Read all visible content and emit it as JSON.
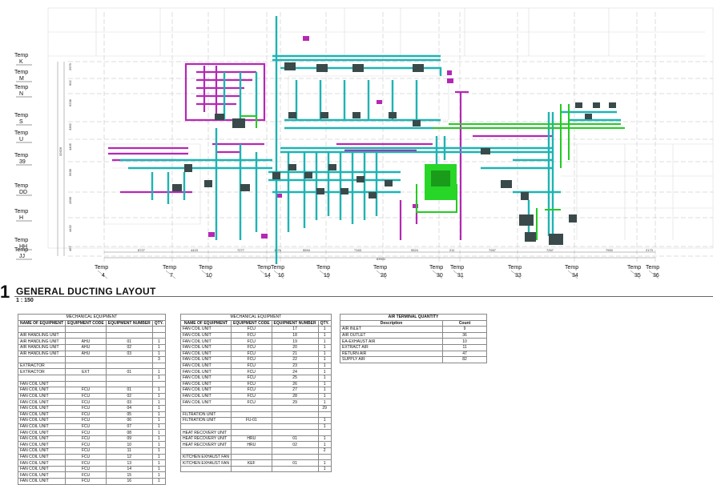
{
  "drawing": {
    "row_grid_labels": [
      {
        "name": "Temp",
        "id": "K"
      },
      {
        "name": "Temp",
        "id": "M"
      },
      {
        "name": "Temp",
        "id": "N"
      },
      {
        "name": "Temp",
        "id": "S"
      },
      {
        "name": "Temp",
        "id": "U"
      },
      {
        "name": "Temp",
        "id": "39"
      },
      {
        "name": "Temp",
        "id": "DD"
      },
      {
        "name": "Temp",
        "id": "H"
      },
      {
        "name": "Temp",
        "id": "HH"
      },
      {
        "name": "Temp",
        "id": "JJ"
      }
    ],
    "column_grid_labels": [
      {
        "name": "Temp",
        "id": "4"
      },
      {
        "name": "Temp",
        "id": "7"
      },
      {
        "name": "Temp",
        "id": "10"
      },
      {
        "name": "Temp",
        "id": "14"
      },
      {
        "name": "Temp",
        "id": "16"
      },
      {
        "name": "Temp",
        "id": "19"
      },
      {
        "name": "Temp",
        "id": "26"
      },
      {
        "name": "Temp",
        "id": "30"
      },
      {
        "name": "Temp",
        "id": "31"
      },
      {
        "name": "Temp",
        "id": "33"
      },
      {
        "name": "Temp",
        "id": "34"
      },
      {
        "name": "Temp",
        "id": "35"
      },
      {
        "name": "Temp",
        "id": "36"
      }
    ],
    "bottom_dimensions": [
      "8727",
      "4423",
      "7277",
      "1976",
      "5594",
      "7163",
      "9524",
      "211",
      "7267",
      "7267",
      "7900",
      "2173"
    ],
    "overall_dimension": "63941",
    "side_dimensions": [
      "2979",
      "902",
      "6238",
      "3362",
      "4405",
      "5638",
      "4398",
      "4432",
      "467"
    ],
    "side_total": "32626",
    "colors": {
      "supply": "#1fb3b3",
      "equipment": "#3a4a4a",
      "exhaust": "#b428b4",
      "green": "#22cc22",
      "grid": "#bbbbbb"
    }
  },
  "sheet": {
    "number": "1",
    "title": "GENERAL DUCTING LAYOUT",
    "scale": "1 : 150"
  },
  "schedule1": {
    "caption": "MECHANICAL EQUIPMENT",
    "headers": [
      "NAME OF EQUIPMENT",
      "EQUIPMENT CODE",
      "EQUIPMENT NUMBER",
      "QTY."
    ],
    "rows": [
      [
        "",
        "",
        "",
        ""
      ],
      [
        "AIR HANDLING UNIT",
        "",
        "",
        ""
      ],
      [
        "AIR HANDLING UNIT",
        "AHU",
        "01",
        "1"
      ],
      [
        "AIR HANDLING UNIT",
        "AHU",
        "02",
        "1"
      ],
      [
        "AIR HANDLING UNIT",
        "AHU",
        "03",
        "1"
      ],
      [
        "",
        "",
        "",
        "3"
      ],
      [
        "EXTRACTOR",
        "",
        "",
        ""
      ],
      [
        "EXTRACTOR",
        "EXT",
        "01",
        "1"
      ],
      [
        "",
        "",
        "",
        "1"
      ],
      [
        "FAN COIL UNIT",
        "",
        "",
        ""
      ],
      [
        "FAN COIL UNIT",
        "FCU",
        "01",
        "1"
      ],
      [
        "FAN COIL UNIT",
        "FCU",
        "02",
        "1"
      ],
      [
        "FAN COIL UNIT",
        "FCU",
        "03",
        "1"
      ],
      [
        "FAN COIL UNIT",
        "FCU",
        "04",
        "1"
      ],
      [
        "FAN COIL UNIT",
        "FCU",
        "05",
        "1"
      ],
      [
        "FAN COIL UNIT",
        "FCU",
        "06",
        "1"
      ],
      [
        "FAN COIL UNIT",
        "FCU",
        "07",
        "1"
      ],
      [
        "FAN COIL UNIT",
        "FCU",
        "08",
        "1"
      ],
      [
        "FAN COIL UNIT",
        "FCU",
        "09",
        "1"
      ],
      [
        "FAN COIL UNIT",
        "FCU",
        "10",
        "1"
      ],
      [
        "FAN COIL UNIT",
        "FCU",
        "11",
        "1"
      ],
      [
        "FAN COIL UNIT",
        "FCU",
        "12",
        "1"
      ],
      [
        "FAN COIL UNIT",
        "FCU",
        "13",
        "1"
      ],
      [
        "FAN COIL UNIT",
        "FCU",
        "14",
        "1"
      ],
      [
        "FAN COIL UNIT",
        "FCU",
        "15",
        "1"
      ],
      [
        "FAN COIL UNIT",
        "FCU",
        "16",
        "1"
      ]
    ]
  },
  "schedule2": {
    "caption": "MECHANICAL EQUIPMENT",
    "headers": [
      "NAME OF EQUIPMENT",
      "EQUIPMENT CODE",
      "EQUIPMENT NUMBER",
      "QTY."
    ],
    "rows": [
      [
        "FAN COIL UNIT",
        "FCU",
        "17",
        "1"
      ],
      [
        "FAN COIL UNIT",
        "FCU",
        "18",
        "1"
      ],
      [
        "FAN COIL UNIT",
        "FCU",
        "19",
        "1"
      ],
      [
        "FAN COIL UNIT",
        "FCU",
        "20",
        "1"
      ],
      [
        "FAN COIL UNIT",
        "FCU",
        "21",
        "1"
      ],
      [
        "FAN COIL UNIT",
        "FCU",
        "22",
        "1"
      ],
      [
        "FAN COIL UNIT",
        "FCU",
        "23",
        "1"
      ],
      [
        "FAN COIL UNIT",
        "FCU",
        "24",
        "1"
      ],
      [
        "FAN COIL UNIT",
        "FCU",
        "25",
        "1"
      ],
      [
        "FAN COIL UNIT",
        "FCU",
        "26",
        "1"
      ],
      [
        "FAN COIL UNIT",
        "FCU",
        "27",
        "1"
      ],
      [
        "FAN COIL UNIT",
        "FCU",
        "28",
        "1"
      ],
      [
        "FAN COIL UNIT",
        "FCU",
        "29",
        "1"
      ],
      [
        "",
        "",
        "",
        "29"
      ],
      [
        "FILTRATION UNIT",
        "",
        "",
        ""
      ],
      [
        "FILTRATION UNIT",
        "FU-01",
        "",
        "1"
      ],
      [
        "",
        "",
        "",
        "1"
      ],
      [
        "HEAT RECOVERY UNIT",
        "",
        "",
        ""
      ],
      [
        "HEAT RECOVERY UNIT",
        "HRU",
        "01",
        "1"
      ],
      [
        "HEAT RECOVERY UNIT",
        "HRU",
        "02",
        "1"
      ],
      [
        "",
        "",
        "",
        "2"
      ],
      [
        "KITCHEN EXHAUST FAN",
        "",
        "",
        ""
      ],
      [
        "KITCHEN EXHAUST FAN",
        "KEF",
        "01",
        "1"
      ],
      [
        "",
        "",
        "",
        "1"
      ]
    ]
  },
  "schedule3": {
    "caption": "AIR TERMINAL QUANTITY",
    "headers": [
      "Description",
      "Count"
    ],
    "rows": [
      [
        "AIR INLET",
        "9"
      ],
      [
        "AIR OUTLET",
        "36"
      ],
      [
        "EA-EXHAUST AIR",
        "10"
      ],
      [
        "EXTRACT AIR",
        "11"
      ],
      [
        "RETURN AIR",
        "47"
      ],
      [
        "SUPPLY AIR",
        "82"
      ]
    ]
  }
}
